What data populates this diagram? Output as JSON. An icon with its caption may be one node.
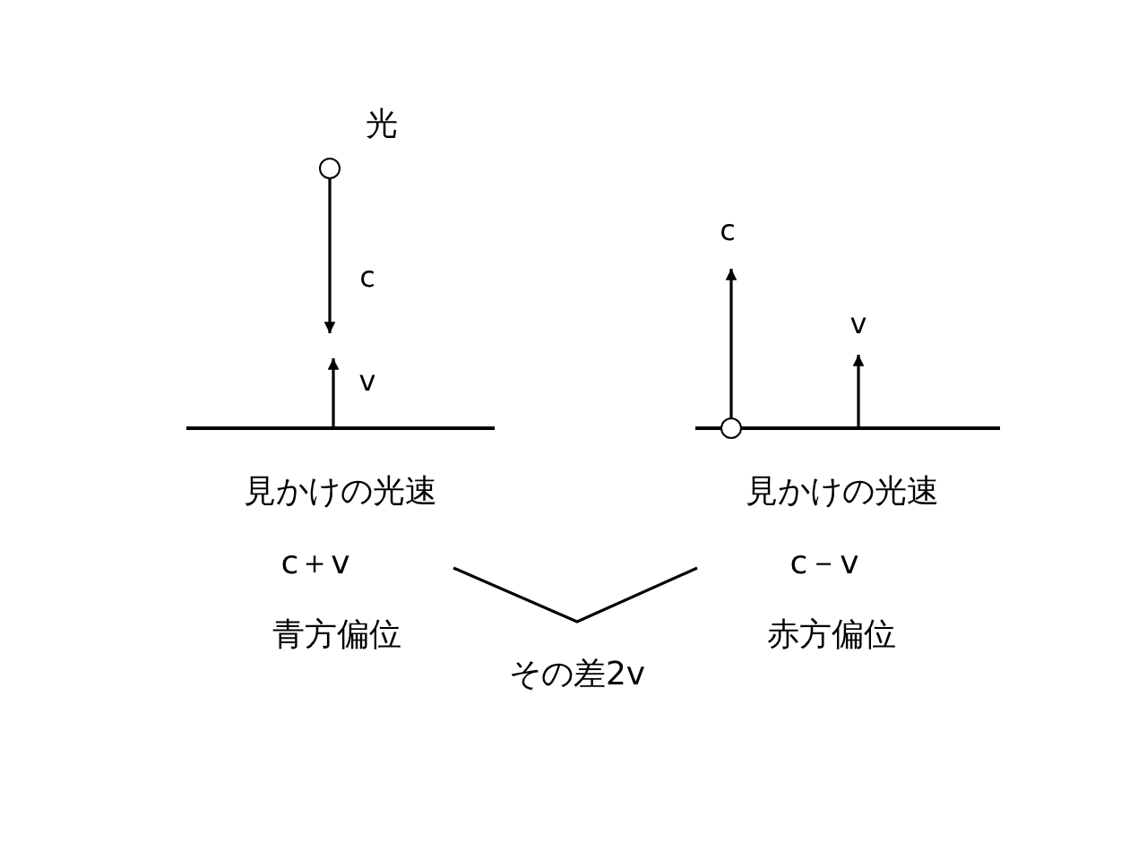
{
  "diagram": {
    "nodes": [
      {
        "text": [],
        "shape": "circle",
        "beside": [
          "光"
        ]
      },
      {
        "text": [],
        "shape": "bar"
      },
      {
        "text": [],
        "shape": "bar"
      },
      {
        "text": [],
        "shape": "circle"
      }
    ],
    "edges": [
      {
        "from": 0,
        "to": null,
        "arrow": "to",
        "label": "c"
      },
      {
        "from": 1,
        "to": null,
        "arrow": "to",
        "label": "v"
      },
      {
        "from": 3,
        "to": null,
        "arrow": "to",
        "label": "c"
      },
      {
        "from": 2,
        "to": null,
        "arrow": "to",
        "label": "v"
      }
    ],
    "labels": [
      "見かけの光速",
      "見かけの光速",
      "c＋v",
      "c－v",
      "青方偏位",
      "赤方偏位",
      "その差2v"
    ]
  }
}
